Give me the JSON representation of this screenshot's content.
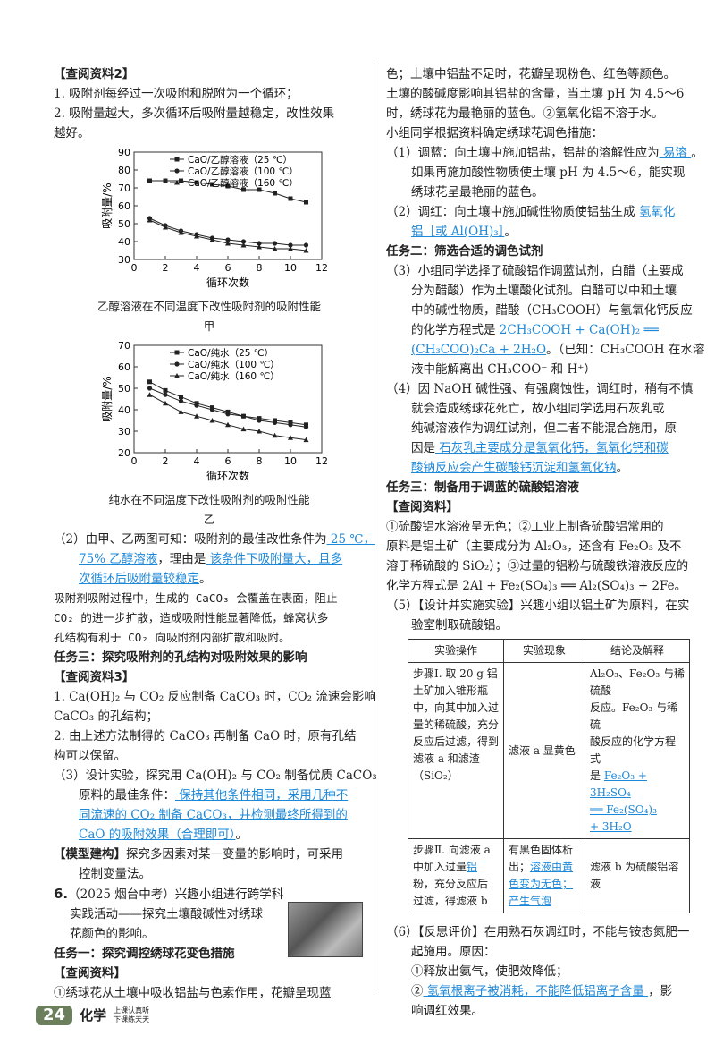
{
  "left": {
    "r2_title": "【查阅资料2】",
    "r2_1": "1. 吸附剂每经过一次吸附和脱附为一个循环；",
    "r2_2a": "2. 吸附量越大，多次循环后吸附量越稳定，改性效果",
    "r2_2b": "越好。",
    "chart1_caption": "乙醇溶液在不同温度下改性吸附剂的吸附性能",
    "chart1_label": "甲",
    "chart2_caption": "纯水在不同温度下改性吸附剂的吸附性能",
    "chart2_label": "乙",
    "q2_a": "（2）由甲、乙两图可知：吸附剂的最佳改性条件为",
    "q2_ans1a": " 25 ℃，",
    "q2_ans1b": "75% 乙醇溶液",
    "q2_mid": "，理由是",
    "q2_ans2a": " 该条件下吸附量大，且多",
    "q2_ans2b": "次循环后吸附量较稳定",
    "q2_end": "。",
    "note1": "吸附剂吸附过程中，生成的 CaCO₃ 会覆盖在表面，阻止",
    "note2": "CO₂ 的进一步扩散，造成吸附性能显著降低，蜂窝状多",
    "note3": "孔结构有利于 CO₂ 向吸附剂内部扩散和吸附。",
    "task3": "任务三：探究吸附剂的孔结构对吸附效果的影响",
    "r3_title": "【查阅资料3】",
    "r3_1a": "1. Ca(OH)₂ 与 CO₂ 反应制备 CaCO₃ 时，CO₂ 流速会影响",
    "r3_1b": "CaCO₃ 的孔结构；",
    "r3_2a": "2. 由上述方法制得的 CaCO₃ 再制备 CaO 时，原有孔结",
    "r3_2b": "构可以保留。",
    "q3_a": "（3）设计实验，探究用 Ca(OH)₂ 与 CO₂ 制备优质 CaCO₃",
    "q3_b": "原料的最佳条件：",
    "q3_ans1": " 保持其他条件相同，采用几种不",
    "q3_ans2": "同流速的 CO₂ 制备 CaCO₃，并检测最终所得到的",
    "q3_ans3": "CaO 的吸附效果（合理即可）",
    "q3_end": "。",
    "model_title": "【模型建构】",
    "model_text": "探究多因素对某一变量的影响时，可采用",
    "model_text2": "控制变量法。",
    "q6_num": "6.",
    "q6_a": "（2025 烟台中考）兴趣小组进行跨学科",
    "q6_b": "实践活动——探究土壤酸碱性对绣球",
    "q6_c": "花颜色的影响。",
    "task1": "任务一：探究调控绣球花变色措施",
    "r_title": "【查阅资料】",
    "r_1": "①绣球花从土壤中吸收铝盐与色素作用，花瓣呈现蓝"
  },
  "chart_data": [
    {
      "type": "line",
      "title": "乙醇溶液在不同温度下改性吸附剂的吸附性能",
      "xlabel": "循环次数",
      "ylabel": "吸附量/%",
      "xlim": [
        0,
        12
      ],
      "ylim": [
        30,
        90
      ],
      "xticks": [
        0,
        2,
        4,
        6,
        8,
        10,
        12
      ],
      "yticks": [
        30,
        40,
        50,
        60,
        70,
        80,
        90
      ],
      "legend_position": "top-right",
      "x": [
        1,
        2,
        3,
        4,
        5,
        6,
        7,
        8,
        9,
        10,
        11
      ],
      "series": [
        {
          "name": "CaO/乙醇溶液（25 ℃）",
          "marker": "square",
          "values": [
            74,
            74,
            74,
            73,
            72,
            71,
            69,
            69,
            67,
            64,
            62
          ]
        },
        {
          "name": "CaO/乙醇溶液（100 ℃）",
          "marker": "circle",
          "values": [
            53,
            49,
            46,
            44,
            42,
            41,
            40,
            39,
            39,
            38,
            38
          ]
        },
        {
          "name": "CaO/乙醇溶液（160 ℃）",
          "marker": "triangle",
          "values": [
            52,
            48,
            45,
            43,
            41,
            39,
            38,
            37,
            36,
            36,
            35
          ]
        }
      ]
    },
    {
      "type": "line",
      "title": "纯水在不同温度下改性吸附剂的吸附性能",
      "xlabel": "循环次数",
      "ylabel": "吸附量/%",
      "xlim": [
        0,
        12
      ],
      "ylim": [
        20,
        70
      ],
      "xticks": [
        0,
        2,
        4,
        6,
        8,
        10,
        12
      ],
      "yticks": [
        20,
        30,
        40,
        50,
        60,
        70
      ],
      "legend_position": "top-right",
      "x": [
        1,
        2,
        3,
        4,
        5,
        6,
        7,
        8,
        9,
        10,
        11
      ],
      "series": [
        {
          "name": "CaO/纯水（25 ℃）",
          "marker": "square",
          "values": [
            53,
            49,
            46,
            43,
            41,
            39,
            37,
            36,
            35,
            34,
            33
          ]
        },
        {
          "name": "CaO/纯水（100 ℃）",
          "marker": "circle",
          "values": [
            50,
            47,
            44,
            42,
            40,
            38,
            37,
            35,
            34,
            33,
            32
          ]
        },
        {
          "name": "CaO/纯水（160 ℃）",
          "marker": "triangle",
          "values": [
            47,
            43,
            39,
            37,
            35,
            33,
            31,
            30,
            28,
            27,
            26
          ]
        }
      ]
    }
  ],
  "right": {
    "l1": "色；土壤中铝盐不足时，花瓣呈现粉色、红色等颜色。",
    "l2": "土壤的酸碱度影响其铝盐的含量，当土壤 pH 为 4.5～6",
    "l3": "时，绣球花为最艳丽的蓝色。②氢氧化铝不溶于水。",
    "l4": "小组同学根据资料确定绣球花调色措施：",
    "q1_a": "（1）调蓝：向土壤中施加铝盐，铝盐的溶解性应为",
    "q1_ans": " 易溶 ",
    "q1_end": "。",
    "q1_b": "如果再施加酸性物质使土壤 pH 为 4.5～6，能实现",
    "q1_c": "绣球花呈最艳丽的蓝色。",
    "q2_a": "（2）调红：向土壤中施加碱性物质使铝盐生成",
    "q2_ans1": " 氢氧化",
    "q2_ans2": "铝［或 Al(OH)₃］",
    "q2_end": "。",
    "task2": "任务二：筛选合适的调色试剂",
    "q3_a": "（3）小组同学选择了硫酸铝作调蓝试剂，白醋（主要成",
    "q3_b": "分为醋酸）作为土壤酸化试剂。白醋可以中和土壤",
    "q3_c": "中的碱性物质，醋酸（CH₃COOH）与氢氧化钙反应",
    "q3_d": "的化学方程式是",
    "q3_ans1": " 2CH₃COOH + Ca(OH)₂ ══",
    "q3_ans2": "(CH₃COO)₂Ca + 2H₂O",
    "q3_e": "。（已知：CH₃COOH 在水溶",
    "q3_f": "液中能解离出 CH₃COO⁻ 和 H⁺）",
    "q4_a": "（4）因 NaOH 碱性强、有强腐蚀性，调红时，稍有不慎",
    "q4_b": "就会造成绣球花死亡，故小组同学选用石灰乳或",
    "q4_c": "纯碱溶液作为调红试剂，但二者不能混合施用，原",
    "q4_d": "因是",
    "q4_ans1": " 石灰乳主要成分是氢氧化钙，氢氧化钙和碳",
    "q4_ans2": "酸钠反应会产生碳酸钙沉淀和氢氧化钠",
    "q4_end": "。",
    "task3": "任务三：制备用于调蓝的硫酸铝溶液",
    "r_title": "【查阅资料】",
    "r1": "①硫酸铝水溶液呈无色；②工业上制备硫酸铝常用的",
    "r2": "原料是铝土矿（主要成分为 Al₂O₃，还含有 Fe₂O₃ 及不",
    "r3": "溶于稀硫酸的 SiO₂）；③过量的铝粉与硫酸铁溶液反应的",
    "r4": "化学方程式是 2Al + Fe₂(SO₄)₃ ══ Al₂(SO₄)₃ + 2Fe。",
    "q5_a": "（5）【设计并实施实验】兴趣小组以铝土矿为原料，在实",
    "q5_b": "验室制取硫酸铝。",
    "table": {
      "headers": [
        "实验操作",
        "实验现象",
        "结论及解释"
      ],
      "row1": {
        "op": [
          "步骤Ⅰ. 取 20 g 铝",
          "土矿加入锥形瓶",
          "中，向其中加入过",
          "量的稀硫酸，充分",
          "反应后过滤，得到",
          "滤液 a 和滤渣",
          "（SiO₂）"
        ],
        "obs": "滤液 a 显黄色",
        "concl": [
          "Al₂O₃、Fe₂O₃ 与稀硫酸",
          "反应。Fe₂O₃ 与稀硫",
          "酸反应的化学方程式",
          "是"
        ],
        "concl_ans": [
          "Fe₂O₃ + 3H₂SO₄",
          "══ Fe₂(SO₄)₃",
          "+ 3H₂O"
        ]
      },
      "row2": {
        "op": [
          "步骤Ⅱ. 向滤液 a",
          "中加入过量",
          "粉，充分反应后",
          "过滤，得滤液 b"
        ],
        "op_ans": "铝",
        "obs_a": "有黑色固体析",
        "obs_b": "出；",
        "obs_ans1": "溶液由黄",
        "obs_ans2": "色变为无色；",
        "obs_ans3": "产生气泡",
        "concl": "滤液 b 为硫酸铝溶液"
      }
    },
    "q6_a": "（6）【反思评价】在用熟石灰调红时，不能与铵态氮肥一",
    "q6_b": "起施用。原因：",
    "q6_c": "①释放出氨气，使肥效降低；",
    "q6_d": "②",
    "q6_ans": " 氢氧根离子被消耗，不能降低铝离子含量 ",
    "q6_e": "，影",
    "q6_f": "响调红效果。"
  },
  "footer": {
    "page": "24",
    "subject": "化学",
    "slogan1": "上课认真听",
    "slogan2": "下课练天天"
  }
}
